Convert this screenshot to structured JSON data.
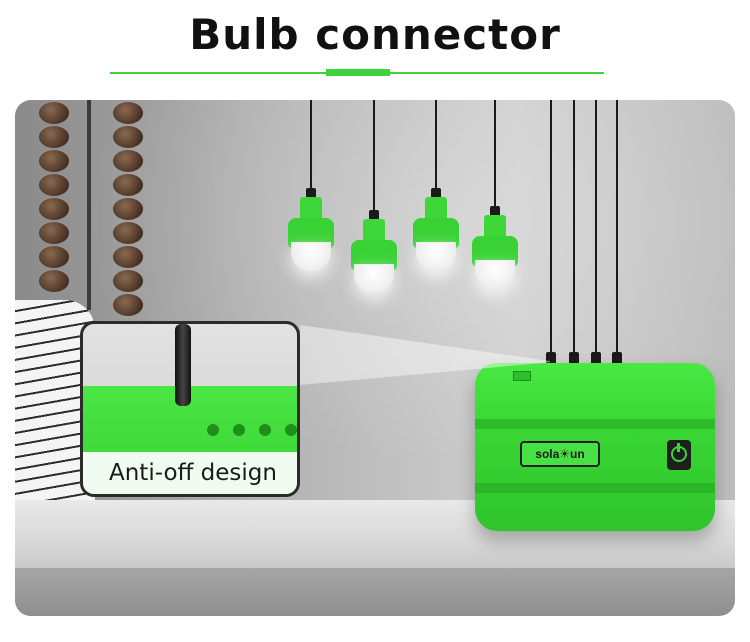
{
  "header": {
    "title": "Bulb connector",
    "accent_color": "#3fd23a"
  },
  "callout": {
    "label": "Anti-off design"
  },
  "device": {
    "brand_text": "sola",
    "brand_text_end": "un",
    "brand_mark": "sun-bulb-logo-icon",
    "body_color": "#39d634"
  },
  "bulbs": {
    "count": 4,
    "color": "#38d234"
  }
}
